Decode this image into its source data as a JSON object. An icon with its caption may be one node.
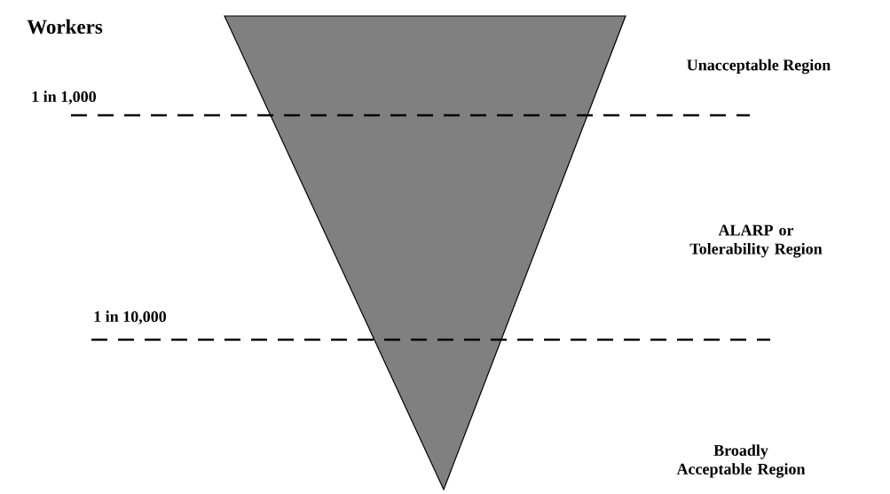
{
  "diagram": {
    "title": "Workers",
    "labels": [
      "Unacceptable Region",
      "1 in 1,000",
      "ALARP or Tolerability Region",
      "1 in 10,000",
      "Broadly Acceptable Region"
    ]
  }
}
